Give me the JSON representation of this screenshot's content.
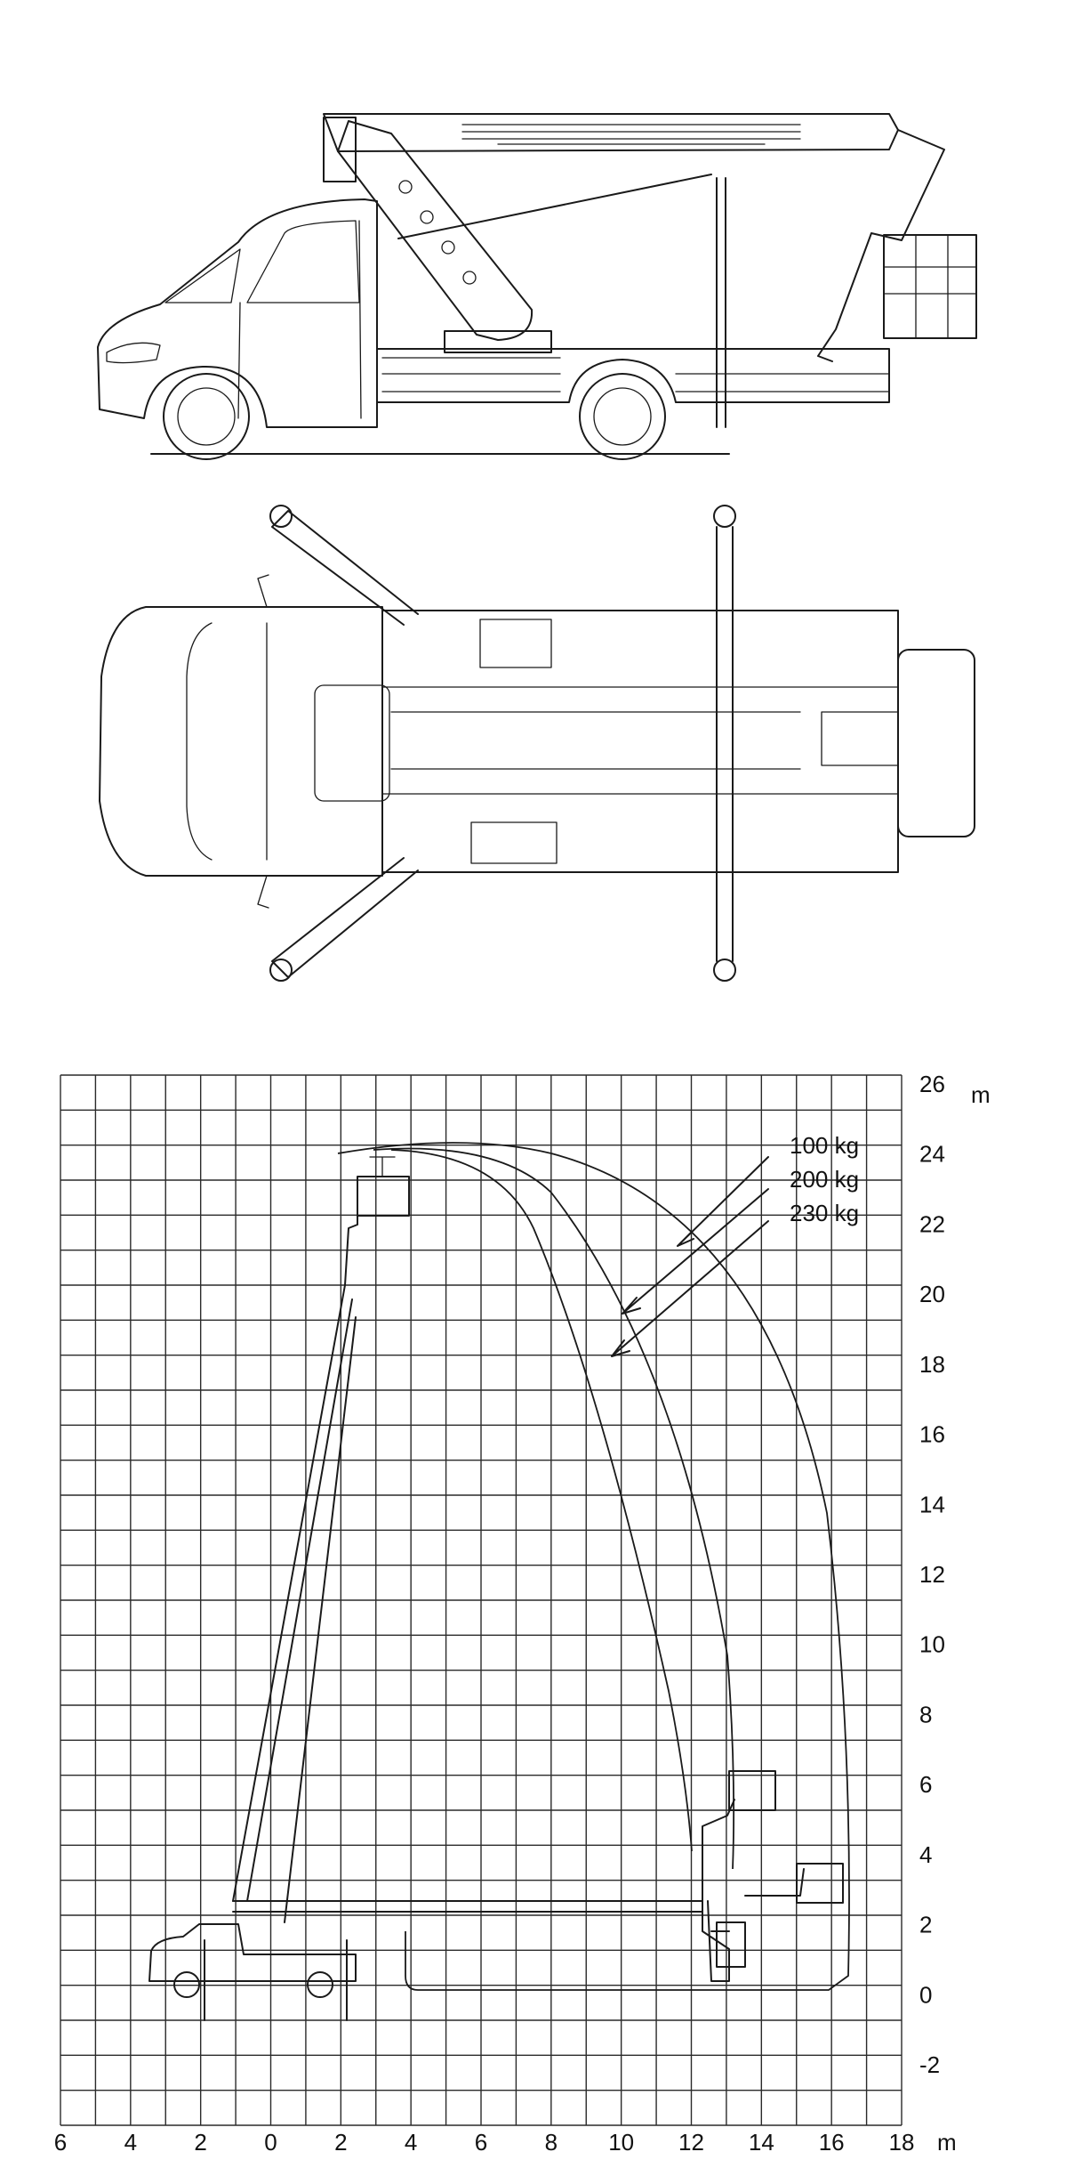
{
  "diagram": {
    "load_labels": [
      "100 kg",
      "200 kg",
      "230 kg"
    ],
    "y_axis": {
      "ticks": [
        -2,
        0,
        2,
        4,
        6,
        8,
        10,
        12,
        14,
        16,
        18,
        20,
        22,
        24,
        26
      ],
      "unit": "m"
    },
    "x_axis": {
      "ticks": [
        6,
        4,
        2,
        0,
        2,
        4,
        6,
        8,
        10,
        12,
        14,
        16,
        18
      ],
      "unit": "m"
    }
  }
}
